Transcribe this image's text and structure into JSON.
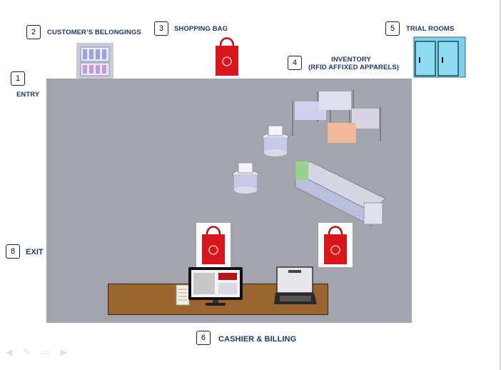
{
  "stations": [
    {
      "number": "1",
      "label": "ENTRY"
    },
    {
      "number": "2",
      "label": "CUSTOMER’S BELONGINGS"
    },
    {
      "number": "3",
      "label": "SHOPPING BAG"
    },
    {
      "number": "4",
      "label": "INVENTORY",
      "sublabel": "(RFID AFFIXED APPARELS)"
    },
    {
      "number": "5",
      "label": "TRIAL ROOMS"
    },
    {
      "number": "6",
      "label": "CASHIER & BILLING"
    },
    {
      "number": "8",
      "label": "EXIT"
    }
  ],
  "colors": {
    "label": "#1f3864",
    "floor": "#a4a4ae",
    "counter": "#9b6531",
    "bag_red": "#d9161c",
    "trial_room": "#7fd1ea"
  },
  "icons": [
    "shopping-bag-icon",
    "trial-room-icon",
    "clothing-rack-icon",
    "display-table-icon",
    "monitor-icon",
    "receipt-printer-icon",
    "cash-drawer-icon",
    "belongings-locker-icon"
  ]
}
